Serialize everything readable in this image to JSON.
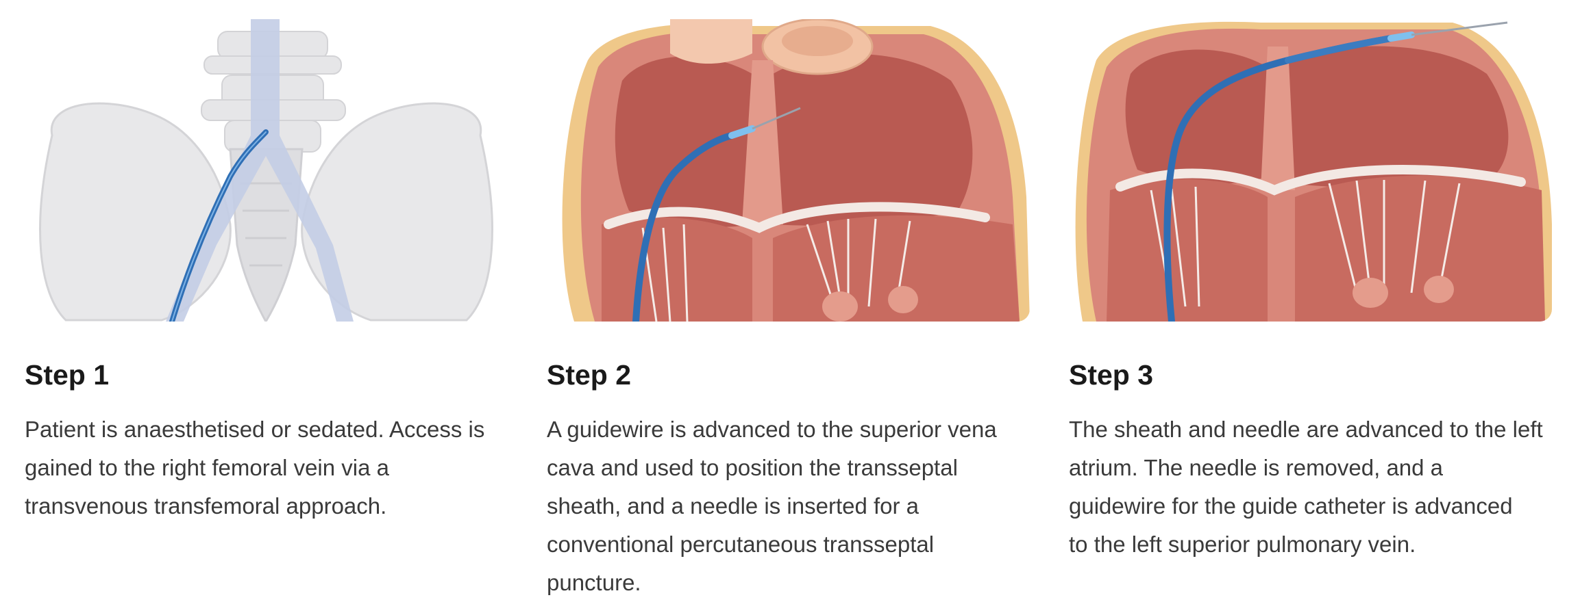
{
  "steps": [
    {
      "title": "Step 1",
      "text": "Patient is anaesthetised or sedated. Access is\ngained to the right femoral vein via a\ntransvenous transfemoral approach.",
      "illustration": "pelvis-femoral-vein-catheter"
    },
    {
      "title": "Step 2",
      "text": "A guidewire is advanced to the superior vena\ncava and used to position the transseptal\nsheath, and a needle is inserted for a\nconventional percutaneous transseptal\npuncture.",
      "illustration": "heart-transseptal-puncture"
    },
    {
      "title": "Step 3",
      "text": "The sheath and needle are advanced to the left\natrium. The needle is removed, and  a\nguidewire for the guide catheter is advanced\nto the left superior pulmonary vein.",
      "illustration": "heart-left-atrium-guidewire"
    }
  ],
  "colors": {
    "catheter": "#2f6fb5",
    "vein": "#b9c6e2",
    "bone": "#e4e4e6",
    "heart_wall": "#cf6f62",
    "heart_inner": "#b9554d",
    "fat": "#efc889",
    "valve": "#f3e9e4"
  }
}
